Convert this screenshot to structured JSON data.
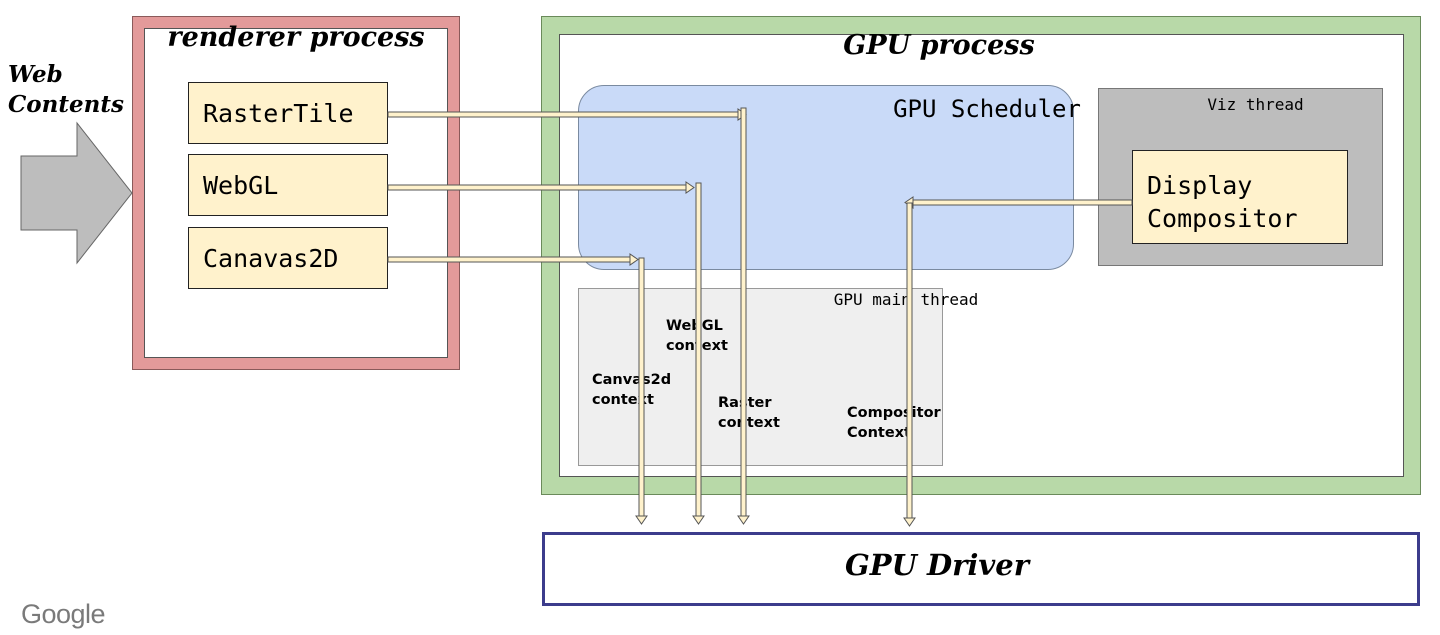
{
  "web_contents": {
    "title_line1": "Web",
    "title_line2": "Contents"
  },
  "renderer": {
    "title": "renderer process",
    "tiles": [
      "RasterTile",
      "WebGL",
      "Canavas2D"
    ]
  },
  "gpu_process": {
    "title": "GPU process",
    "scheduler_label": "GPU Scheduler",
    "viz_thread": {
      "label": "Viz thread",
      "display_line1": "Display",
      "display_line2": "Compositor"
    },
    "main_thread": {
      "label": "GPU main thread",
      "contexts": {
        "webgl": [
          "WebGL",
          "context"
        ],
        "canvas2d": [
          "Canvas2d",
          "context"
        ],
        "raster": [
          "Raster",
          "context"
        ],
        "compositor": [
          "Compositor",
          "Context"
        ]
      }
    }
  },
  "gpu_driver": {
    "label": "GPU Driver"
  },
  "logo": {
    "text": "Google"
  },
  "colors": {
    "renderer_border": "#e39a9a",
    "gpu_border": "#b8d9a8",
    "scheduler_fill": "#c9daf8",
    "viz_fill": "#bdbdbd",
    "tile_fill": "#fff2cc",
    "main_thread_fill": "#efefef",
    "driver_border": "#3c3c8c"
  }
}
